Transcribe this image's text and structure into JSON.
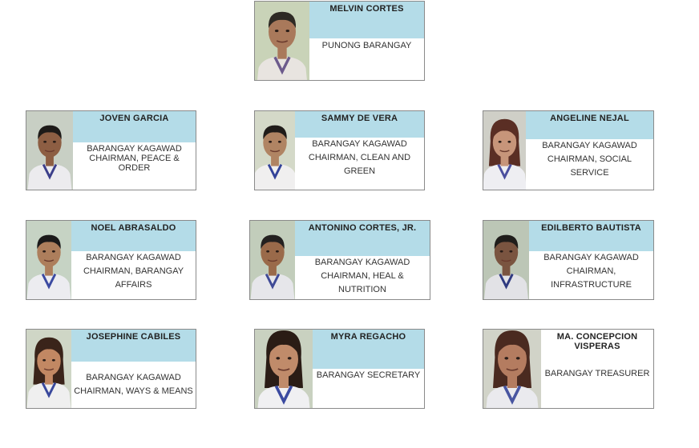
{
  "officials": [
    {
      "name": "MELVIN CORTES",
      "role_lines": [
        "PUNONG BARANGAY"
      ]
    },
    {
      "name": "JOVEN GARCIA",
      "role_lines": [
        "BARANGAY KAGAWAD",
        "CHAIRMAN, PEACE &",
        "ORDER"
      ]
    },
    {
      "name": "SAMMY DE VERA",
      "role_lines": [
        "BARANGAY KAGAWAD",
        "CHAIRMAN, CLEAN AND",
        "GREEN"
      ]
    },
    {
      "name": "ANGELINE NEJAL",
      "role_lines": [
        "BARANGAY KAGAWAD",
        "CHAIRMAN, SOCIAL SERVICE"
      ]
    },
    {
      "name": "NOEL ABRASALDO",
      "role_lines": [
        "BARANGAY KAGAWAD",
        "CHAIRMAN, BARANGAY",
        "AFFAIRS"
      ]
    },
    {
      "name": "ANTONINO CORTES, JR.",
      "role_lines": [
        "BARANGAY KAGAWAD",
        "CHAIRMAN, HEAL & NUTRITION"
      ]
    },
    {
      "name": "EDILBERTO BAUTISTA",
      "role_lines": [
        "BARANGAY KAGAWAD",
        "CHAIRMAN,",
        "INFRASTRUCTURE"
      ]
    },
    {
      "name": "JOSEPHINE CABILES",
      "role_lines": [
        "BARANGAY KAGAWAD",
        "CHAIRMAN, WAYS & MEANS"
      ]
    },
    {
      "name": "MYRA REGACHO",
      "role_lines": [
        "BARANGAY SECRETARY"
      ]
    },
    {
      "name": "MA. CONCEPCION VISPERAS",
      "role_lines": [
        "BARANGAY TREASURER"
      ]
    }
  ],
  "colors": {
    "name_band": "#b4dce8",
    "card_border": "#8a8a8a"
  },
  "icons": [
    "official-photo-icon"
  ]
}
